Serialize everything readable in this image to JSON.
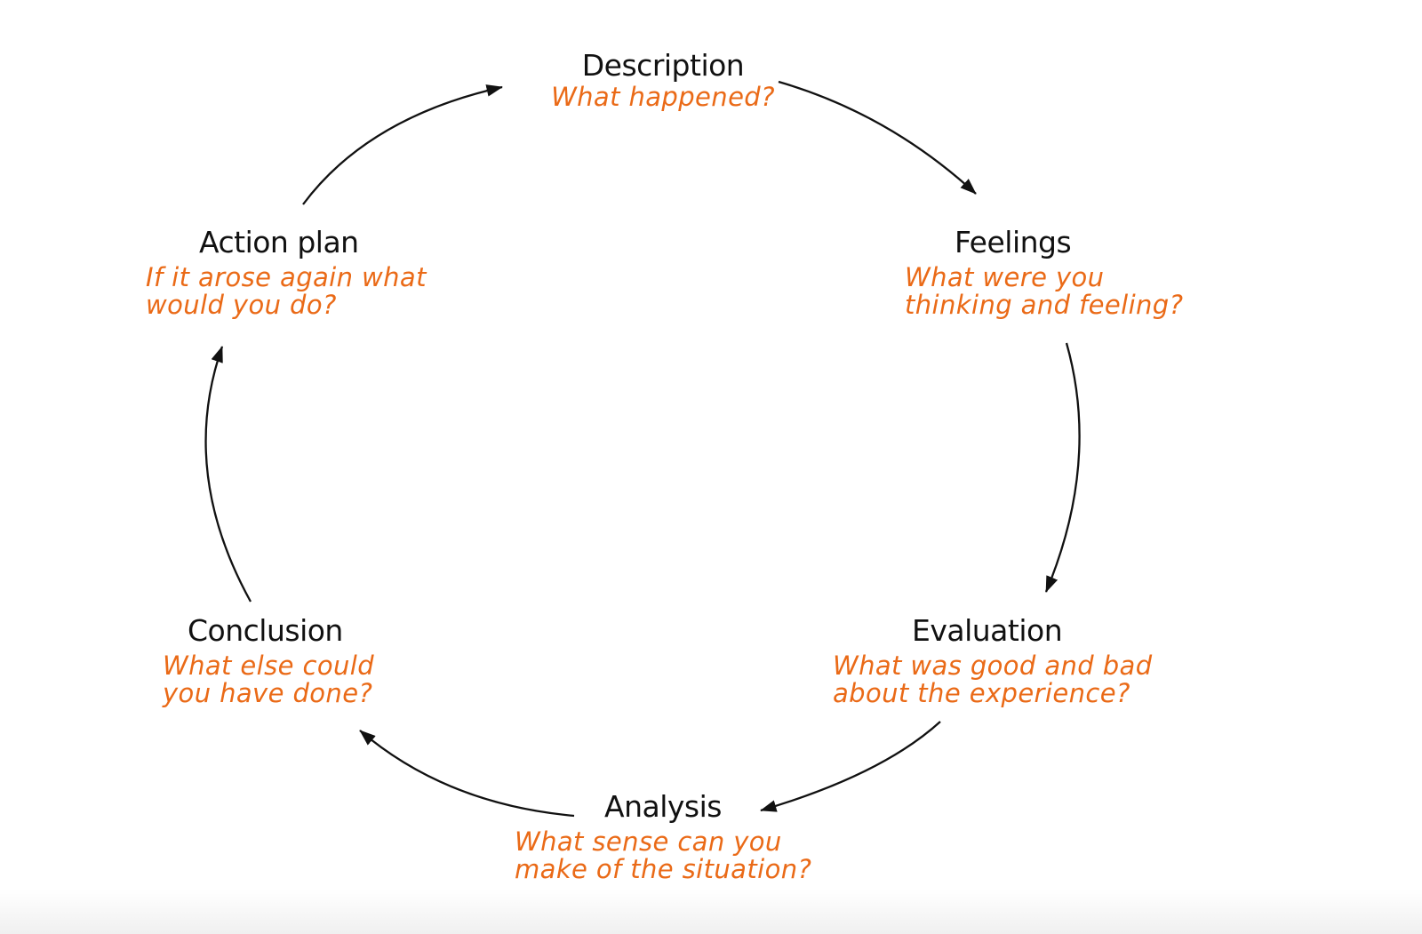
{
  "diagram": {
    "stages": [
      {
        "id": "description",
        "title": "Description",
        "prompt": "What happened?"
      },
      {
        "id": "feelings",
        "title": "Feelings",
        "prompt": "What were you\nthinking and feeling?"
      },
      {
        "id": "evaluation",
        "title": "Evaluation",
        "prompt": "What was good and bad\nabout the experience?"
      },
      {
        "id": "analysis",
        "title": "Analysis",
        "prompt": "What sense can you\nmake of the situation?"
      },
      {
        "id": "conclusion",
        "title": "Conclusion",
        "prompt": "What else could\nyou have done?"
      },
      {
        "id": "action-plan",
        "title": "Action plan",
        "prompt": "If it arose again what\nwould you do?"
      }
    ],
    "colors": {
      "title": "#111111",
      "prompt": "#ea6a17",
      "arrow": "#111111",
      "background": "#ffffff"
    }
  }
}
